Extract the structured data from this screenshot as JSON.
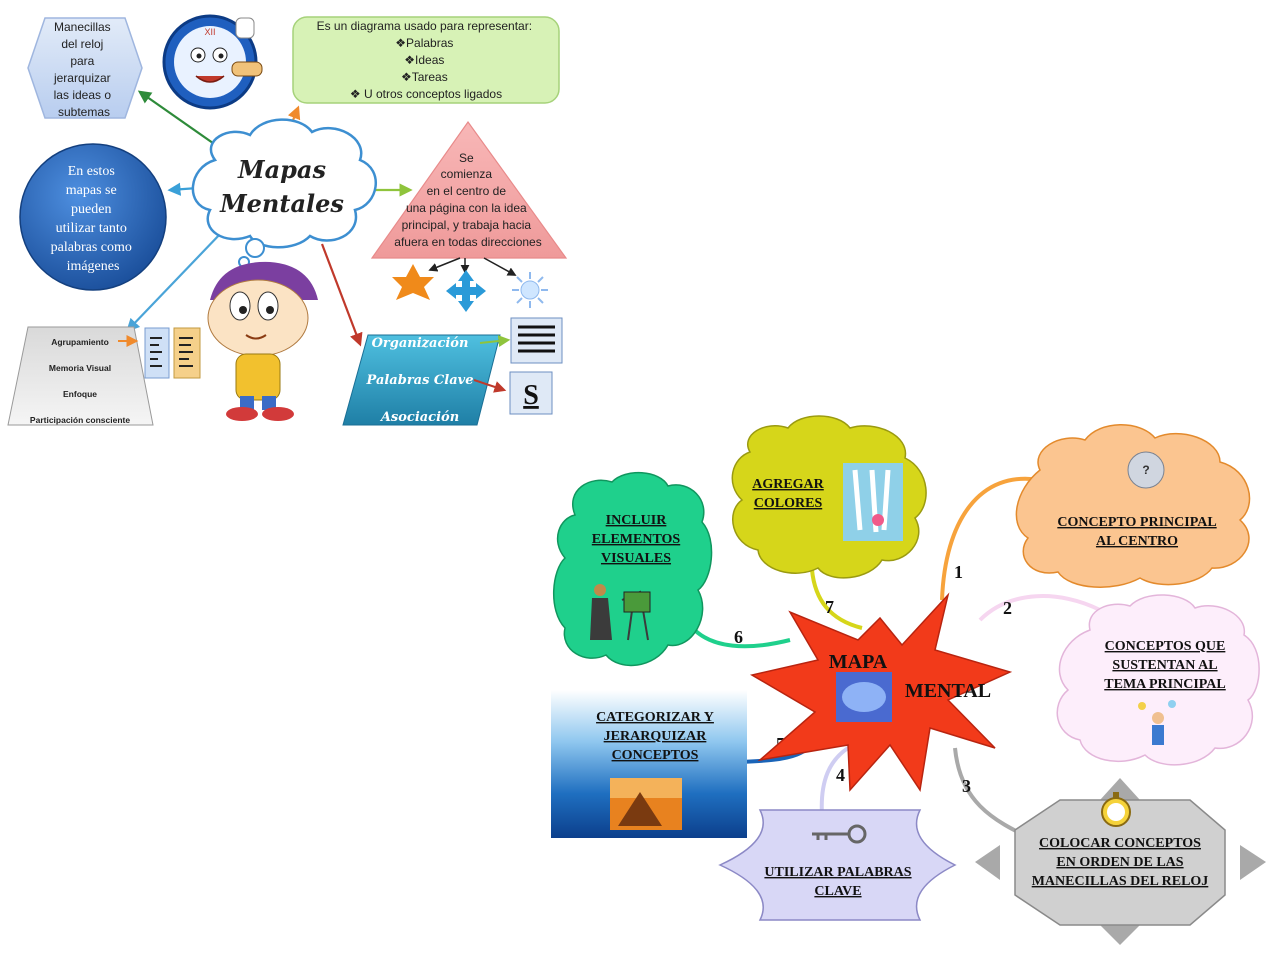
{
  "top": {
    "center_title": [
      "Mapas",
      "Mentales"
    ],
    "hexagon_text": [
      "Manecillas",
      "del reloj",
      "para",
      "jerarquizar",
      "las ideas o",
      "subtemas"
    ],
    "definition_box": {
      "intro": "Es un diagrama usado para representar:",
      "items": [
        "❖Palabras",
        "❖Ideas",
        "❖Tareas",
        "❖ U otros conceptos ligados"
      ]
    },
    "circle_text": [
      "En estos",
      "mapas se",
      "pueden",
      "utilizar tanto",
      "palabras como",
      "imágenes"
    ],
    "triangle_text": [
      "Se",
      "comienza",
      "en el centro de",
      "una página con la idea",
      "principal, y trabaja hacia",
      "afuera en todas direcciones"
    ],
    "trapezoid_items": [
      "Agrupamiento",
      "Memoria Visual",
      "Enfoque",
      "Participación consciente"
    ],
    "parallelogram_items": [
      "Organización",
      "Palabras Clave",
      "Asociación"
    ],
    "s_icon_letter": "S"
  },
  "bottom": {
    "center": [
      "MAPA",
      "MENTAL"
    ],
    "branches": [
      {
        "num": "1",
        "lines": [
          "CONCEPTO PRINCIPAL",
          "AL CENTRO"
        ],
        "color": "#f7a33c"
      },
      {
        "num": "2",
        "lines": [
          "CONCEPTOS QUE",
          "SUSTENTAN AL",
          "TEMA PRINCIPAL"
        ],
        "color": "#f6d6f0"
      },
      {
        "num": "3",
        "lines": [
          "COLOCAR CONCEPTOS",
          "EN ORDEN DE LAS",
          "MANECILLAS DEL RELOJ"
        ],
        "color": "#a9a9a9"
      },
      {
        "num": "4",
        "lines": [
          "UTILIZAR PALABRAS",
          "CLAVE"
        ],
        "color": "#cfcdf2"
      },
      {
        "num": "5",
        "lines": [
          "CATEGORIZAR Y",
          "JERARQUIZAR",
          "CONCEPTOS"
        ],
        "color": "#1a64b8"
      },
      {
        "num": "6",
        "lines": [
          "INCLUIR",
          "ELEMENTOS",
          "VISUALES"
        ],
        "color": "#1fd08c"
      },
      {
        "num": "7",
        "lines": [
          "AGREGAR",
          "COLORES"
        ],
        "color": "#d6d61a"
      }
    ]
  },
  "colors": {
    "hexagon": "#c7d8f0",
    "definition_box": "#d7f2b6",
    "circle": "#2d6cc2",
    "triangle": "#f3a3a3",
    "star": "#f23a1a",
    "parallelogram": "#2a9fc2"
  }
}
